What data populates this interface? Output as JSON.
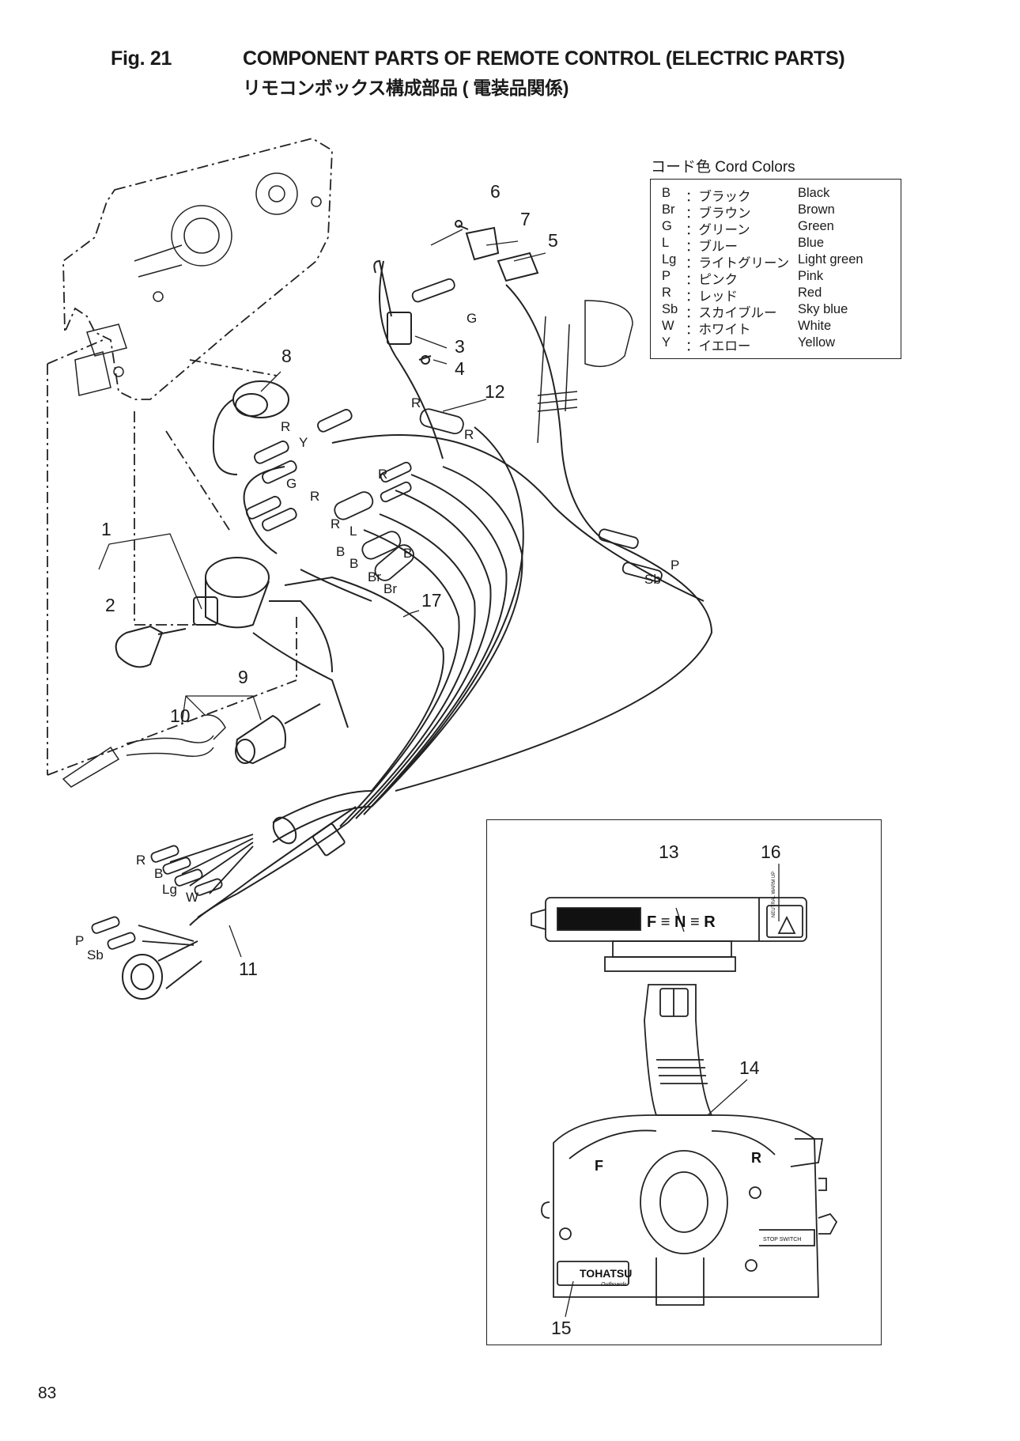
{
  "header": {
    "fig_number": "Fig. 21",
    "title_en": "COMPONENT PARTS OF REMOTE CONTROL (ELECTRIC PARTS)",
    "title_jp": "リモコンボックス構成部品 ( 電装品関係)"
  },
  "cord_colors": {
    "title": "コード色 Cord Colors",
    "rows": [
      {
        "code": "B",
        "jp": "：ブラック",
        "en": "Black"
      },
      {
        "code": "Br",
        "jp": "：ブラウン",
        "en": "Brown"
      },
      {
        "code": "G",
        "jp": "：グリーン",
        "en": "Green"
      },
      {
        "code": "L",
        "jp": "：ブルー",
        "en": "Blue"
      },
      {
        "code": "Lg",
        "jp": "：ライトグリーン",
        "en": "Light green"
      },
      {
        "code": "P",
        "jp": "：ピンク",
        "en": "Pink"
      },
      {
        "code": "R",
        "jp": "：レッド",
        "en": "Red"
      },
      {
        "code": "Sb",
        "jp": "：スカイブルー",
        "en": "Sky blue"
      },
      {
        "code": "W",
        "jp": "：ホワイト",
        "en": "White"
      },
      {
        "code": "Y",
        "jp": "：イエロー",
        "en": "Yellow"
      }
    ]
  },
  "callouts": [
    "1",
    "2",
    "3",
    "4",
    "5",
    "6",
    "7",
    "8",
    "9",
    "10",
    "11",
    "12",
    "13",
    "14",
    "15",
    "16",
    "17"
  ],
  "wire_labels": [
    "G",
    "R",
    "R",
    "R",
    "Y",
    "G",
    "R",
    "R",
    "R",
    "L",
    "B",
    "B",
    "Br",
    "Br",
    "B",
    "P",
    "Sb",
    "R",
    "B",
    "Lg",
    "W",
    "P",
    "Sb"
  ],
  "inset": {
    "shift_indicator": "F ≡ N ≡ R",
    "neutral_warmup": "NEUTRAL WARM UP",
    "lever_f": "F",
    "lever_r": "R",
    "stop_switch": "STOP SWITCH",
    "brand": "TOHATSU",
    "brand_sub": "Outboards"
  },
  "page_number": "83"
}
